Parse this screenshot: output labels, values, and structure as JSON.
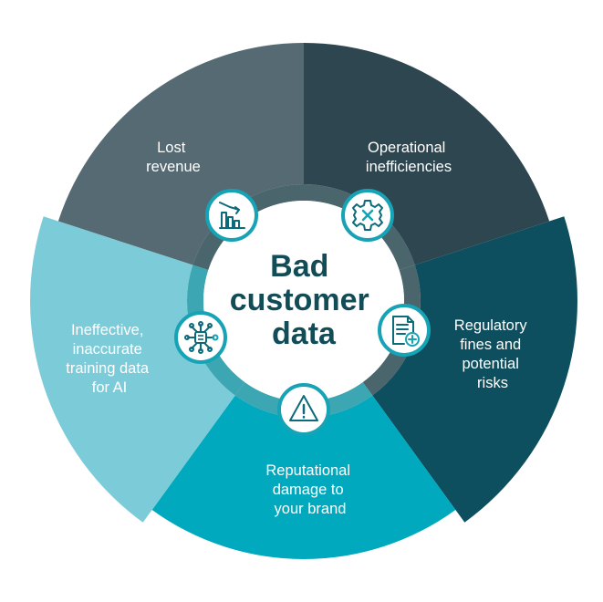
{
  "center": {
    "lines": [
      "Bad",
      "customer",
      "data"
    ],
    "color": "#124d57"
  },
  "segments": [
    {
      "id": "lost-revenue",
      "lines": [
        "Lost",
        "revenue"
      ],
      "color": "#556a72",
      "icon": "bar-chart-down-icon"
    },
    {
      "id": "operational",
      "lines": [
        "Operational",
        "inefficiencies"
      ],
      "color": "#2e4650",
      "icon": "gear-x-icon"
    },
    {
      "id": "regulatory",
      "lines": [
        "Regulatory",
        "fines and",
        "potential",
        "risks"
      ],
      "color": "#0d4f5e",
      "icon": "document-plus-icon"
    },
    {
      "id": "reputational",
      "lines": [
        "Reputational",
        "damage to",
        "your brand"
      ],
      "color": "#00a9bd",
      "icon": "warning-icon"
    },
    {
      "id": "ineffective",
      "lines": [
        "Ineffective,",
        "inaccurate",
        "training data",
        "for AI"
      ],
      "color": "#7ccbd9",
      "icon": "ai-chip-icon"
    }
  ],
  "colors": {
    "icon_stroke": "#0b6b7a",
    "icon_border": "#15a3b5",
    "ring_dark": "#2b4a54",
    "ring_teal": "#1a96a6"
  }
}
